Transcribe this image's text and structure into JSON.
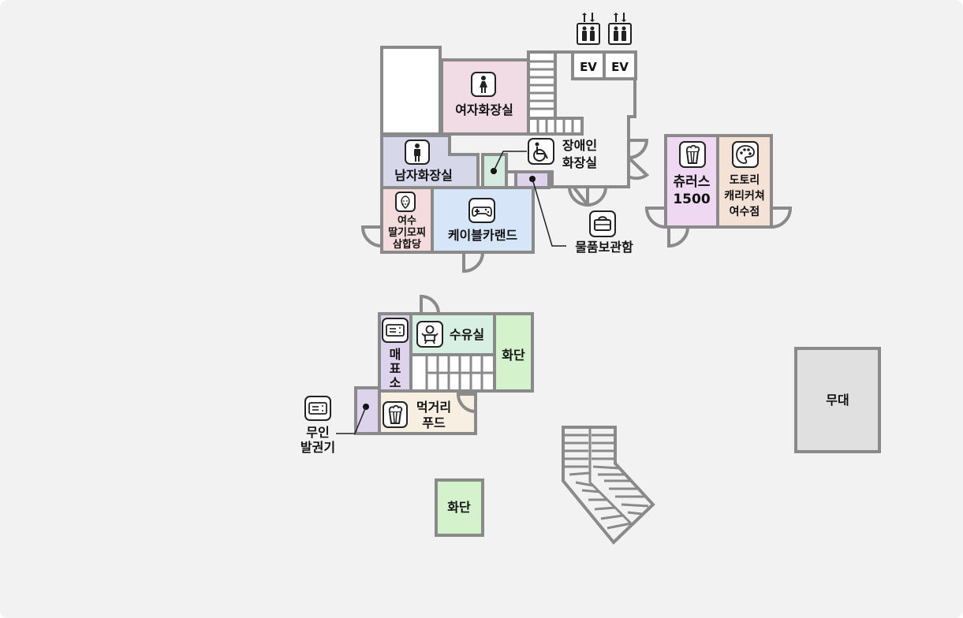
{
  "map": {
    "background": "#f2f2f2",
    "colors": {
      "womens_restroom": "#f1dce5",
      "mens_restroom": "#d6d8ea",
      "accessible_restroom": "#d4ece0",
      "locker": "#ddd3ec",
      "arcade": "#d6e6f8",
      "strawberry_shop": "#f4dcdc",
      "churros": "#efd9f2",
      "caricature": "#f5e2d7",
      "ticket_office": "#ddd3ec",
      "nursing_room": "#d8f0e3",
      "flower_bed": "#d4f2cc",
      "snack_food": "#f7efe1",
      "kiosk": "#ddd3ec",
      "stage": "#e0e0e0",
      "corridor": "#ffffff"
    },
    "labels": {
      "ev_left": "EV",
      "ev_right": "EV",
      "womens_restroom": "여자화장실",
      "mens_restroom": "남자화장실",
      "accessible_restroom_line1": "장애인",
      "accessible_restroom_line2": "화장실",
      "strawberry_line1": "여수",
      "strawberry_line2": "딸기모찌",
      "strawberry_line3": "삼합당",
      "arcade": "케이블카랜드",
      "locker": "물품보관함",
      "churros_line1": "츄러스",
      "churros_line2": "1500",
      "caricature_line1": "도토리",
      "caricature_line2": "캐리커쳐",
      "caricature_line3": "여수점",
      "ticket_line1": "매",
      "ticket_line2": "표",
      "ticket_line3": "소",
      "nursing_room": "수유실",
      "flower_bed_upper": "화단",
      "snack_line1": "먹거리",
      "snack_line2": "푸드",
      "kiosk_line1": "무인",
      "kiosk_line2": "발권기",
      "flower_bed_lower": "화단",
      "stage": "무대"
    },
    "icons": [
      "elevator-icon",
      "female-icon",
      "male-icon",
      "wheelchair-icon",
      "strawberry-icon",
      "gamepad-icon",
      "locker-icon",
      "popcorn-icon",
      "palette-icon",
      "ticket-icon",
      "baby-icon"
    ]
  }
}
